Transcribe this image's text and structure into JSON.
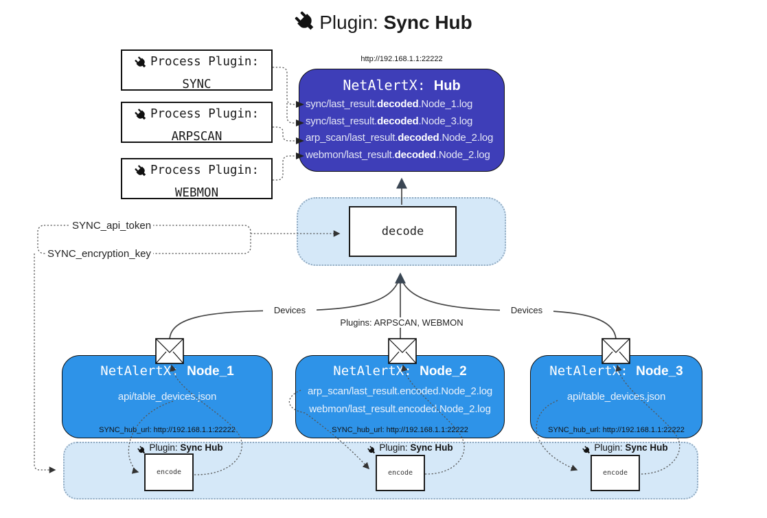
{
  "colors": {
    "hub_fill": "#3E3EB8",
    "node_fill": "#2E93E8",
    "panel_fill": "#D5E8F8",
    "panel_border": "#8FA8BF",
    "connector": "#444444"
  },
  "icons": {
    "plug": "plug-icon",
    "envelope": "envelope-icon"
  },
  "title": {
    "prefix": "Plugin: ",
    "name": "Sync Hub"
  },
  "process_plugins": [
    {
      "label": "Process Plugin:",
      "name": "SYNC"
    },
    {
      "label": "Process Plugin:",
      "name": "ARPSCAN"
    },
    {
      "label": "Process Plugin:",
      "name": "WEBMON"
    }
  ],
  "hub": {
    "url": "http://192.168.1.1:22222",
    "title_prefix": "NetAlertX: ",
    "title_name": "Hub",
    "files": [
      {
        "pre": "sync/last_result.",
        "bold": "decoded",
        "post": ".Node_1.log"
      },
      {
        "pre": "sync/last_result.",
        "bold": "decoded",
        "post": ".Node_3.log"
      },
      {
        "pre": "arp_scan/last_result.",
        "bold": "decoded",
        "post": ".Node_2.log"
      },
      {
        "pre": "webmon/last_result.",
        "bold": "decoded",
        "post": ".Node_2.log"
      }
    ]
  },
  "decode": {
    "label": "decode"
  },
  "secrets": {
    "api_token": "SYNC_api_token",
    "encryption_key": "SYNC_encryption_key"
  },
  "edge_labels": {
    "devices_left": "Devices",
    "plugins_center": "Plugins: ARPSCAN, WEBMON",
    "devices_right": "Devices"
  },
  "nodes": [
    {
      "title_prefix": "NetAlertX: ",
      "title_name": "Node_1",
      "files": [
        "api/table_devices.json"
      ],
      "hub_url": "SYNC_hub_url: http://192.168.1.1:22222"
    },
    {
      "title_prefix": "NetAlertX: ",
      "title_name": "Node_2",
      "files": [
        "arp_scan/last_result.encoded.Node_2.log",
        "webmon/last_result.encoded.Node_2.log"
      ],
      "hub_url": "SYNC_hub_url: http://192.168.1.1:22222"
    },
    {
      "title_prefix": "NetAlertX: ",
      "title_name": "Node_3",
      "files": [
        "api/table_devices.json"
      ],
      "hub_url": "SYNC_hub_url: http://192.168.1.1:22222"
    }
  ],
  "encoders": [
    {
      "plugin_prefix": "Plugin: ",
      "plugin_name": "Sync Hub",
      "label": "encode"
    },
    {
      "plugin_prefix": "Plugin: ",
      "plugin_name": "Sync Hub",
      "label": "encode"
    },
    {
      "plugin_prefix": "Plugin: ",
      "plugin_name": "Sync Hub",
      "label": "encode"
    }
  ]
}
